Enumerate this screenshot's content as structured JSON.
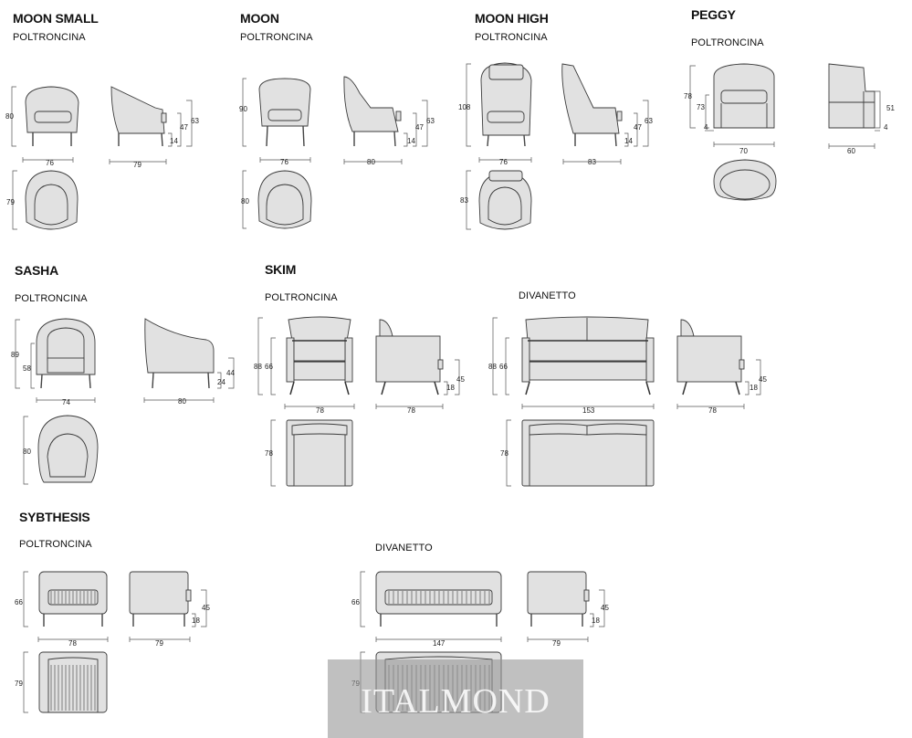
{
  "products": {
    "moon_small": {
      "title": "MOON SMALL",
      "subtitle": "POLTRONCINA",
      "dims": {
        "front_h": "80",
        "front_w": "76",
        "side_h": "63",
        "side_seat": "47",
        "side_leg": "14",
        "side_d": "79",
        "top_d": "79"
      }
    },
    "moon": {
      "title": "MOON",
      "subtitle": "POLTRONCINA",
      "dims": {
        "front_h": "90",
        "front_w": "76",
        "side_h": "63",
        "side_seat": "47",
        "side_leg": "14",
        "side_d": "80",
        "top_d": "80"
      }
    },
    "moon_high": {
      "title": "MOON HIGH",
      "subtitle": "POLTRONCINA",
      "dims": {
        "front_h": "108",
        "front_w": "76",
        "side_h": "63",
        "side_seat": "47",
        "side_leg": "14",
        "side_d": "83",
        "top_d": "83"
      }
    },
    "peggy": {
      "title": "PEGGY",
      "subtitle": "POLTRONCINA",
      "dims": {
        "front_h": "78",
        "front_seat": "73",
        "front_leg": "4",
        "front_w": "70",
        "side_h": "51",
        "side_leg": "4",
        "side_d": "60"
      }
    },
    "sasha": {
      "title": "SASHA",
      "subtitle": "POLTRONCINA",
      "dims": {
        "front_h": "89",
        "front_seat": "58",
        "front_w": "74",
        "side_h": "44",
        "side_leg": "24",
        "side_d": "80",
        "top_d": "80"
      }
    },
    "skim": {
      "title": "SKIM",
      "subtitle": "POLTRONCINA",
      "dims": {
        "front_h": "88",
        "front_seat": "66",
        "front_w": "78",
        "side_h": "45",
        "side_leg": "18",
        "side_d": "78",
        "top_d": "78"
      }
    },
    "skim_divanetto": {
      "subtitle": "DIVANETTO",
      "dims": {
        "front_h": "88",
        "front_seat": "66",
        "front_w": "153",
        "side_h": "45",
        "side_leg": "18",
        "side_d": "78",
        "top_d": "78"
      }
    },
    "sybthesis": {
      "title": "SYBTHESIS",
      "subtitle": "POLTRONCINA",
      "dims": {
        "front_h": "66",
        "front_w": "78",
        "side_h": "45",
        "side_leg": "18",
        "side_d": "79",
        "top_d": "79"
      }
    },
    "sybthesis_divanetto": {
      "subtitle": "DIVANETTO",
      "dims": {
        "front_h": "66",
        "front_w": "147",
        "side_h": "45",
        "side_leg": "18",
        "side_d": "79",
        "top_d": "79"
      }
    }
  },
  "watermark": {
    "text": "ITALMOND"
  },
  "colors": {
    "upholstery": "#e1e1e1",
    "stroke": "#3c3c3c",
    "leg": "#444444"
  }
}
